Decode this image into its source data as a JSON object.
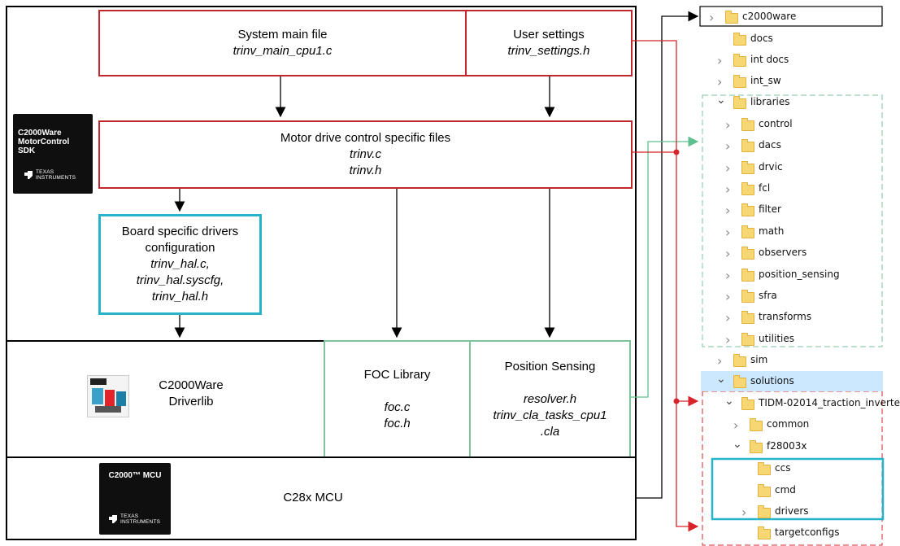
{
  "boxes": {
    "system_main": {
      "title": "System main file",
      "file": "trinv_main_cpu1.c"
    },
    "user_settings": {
      "title": "User settings",
      "file": "trinv_settings.h"
    },
    "motor_drive": {
      "title": "Motor drive control specific files",
      "file1": "trinv.c",
      "file2": "trinv.h"
    },
    "board_drivers": {
      "title1": "Board specific drivers",
      "title2": "configuration",
      "file1": "trinv_hal.c,",
      "file2": "trinv_hal.syscfg,",
      "file3": "trinv_hal.h"
    },
    "driverlib": {
      "line1": "C2000Ware",
      "line2": "Driverlib"
    },
    "foc": {
      "title": "FOC Library",
      "file1": "foc.c",
      "file2": "foc.h"
    },
    "position": {
      "title": "Position Sensing",
      "file1": "resolver.h",
      "file2": "trinv_cla_tasks_cpu1",
      "file3": ".cla"
    },
    "mcu": {
      "label": "C28x MCU"
    }
  },
  "logos": {
    "sdk": {
      "line1": "C2000Ware",
      "line2": "MotorControl",
      "line3": "SDK",
      "ti1": "TEXAS",
      "ti2": "INSTRUMENTS"
    },
    "mcu": {
      "line1": "C2000™ MCU",
      "ti1": "TEXAS",
      "ti2": "INSTRUMENTS"
    }
  },
  "tree": [
    {
      "name": "c2000ware",
      "chevron": ">"
    },
    {
      "name": "docs",
      "chevron": ""
    },
    {
      "name": "int docs",
      "chevron": ">"
    },
    {
      "name": "int_sw",
      "chevron": ">"
    },
    {
      "name": "libraries",
      "chevron": "v"
    },
    {
      "name": "control",
      "chevron": ">"
    },
    {
      "name": "dacs",
      "chevron": ">"
    },
    {
      "name": "drvic",
      "chevron": ">"
    },
    {
      "name": "fcl",
      "chevron": ">"
    },
    {
      "name": "filter",
      "chevron": ">"
    },
    {
      "name": "math",
      "chevron": ">"
    },
    {
      "name": "observers",
      "chevron": ">"
    },
    {
      "name": "position_sensing",
      "chevron": ">"
    },
    {
      "name": "sfra",
      "chevron": ">"
    },
    {
      "name": "transforms",
      "chevron": ">"
    },
    {
      "name": "utilities",
      "chevron": ">"
    },
    {
      "name": "sim",
      "chevron": ">"
    },
    {
      "name": "solutions",
      "chevron": "v"
    },
    {
      "name": "TIDM-02014_traction_inverte",
      "chevron": "v"
    },
    {
      "name": "common",
      "chevron": ">"
    },
    {
      "name": "f28003x",
      "chevron": "v"
    },
    {
      "name": "ccs",
      "chevron": ""
    },
    {
      "name": "cmd",
      "chevron": ""
    },
    {
      "name": "drivers",
      "chevron": ">"
    },
    {
      "name": "targetconfigs",
      "chevron": ""
    }
  ],
  "colors": {
    "red": "#c0262c",
    "cyan": "#26b5c8",
    "green": "#7dc39b",
    "highlight": "#cce8ff"
  }
}
